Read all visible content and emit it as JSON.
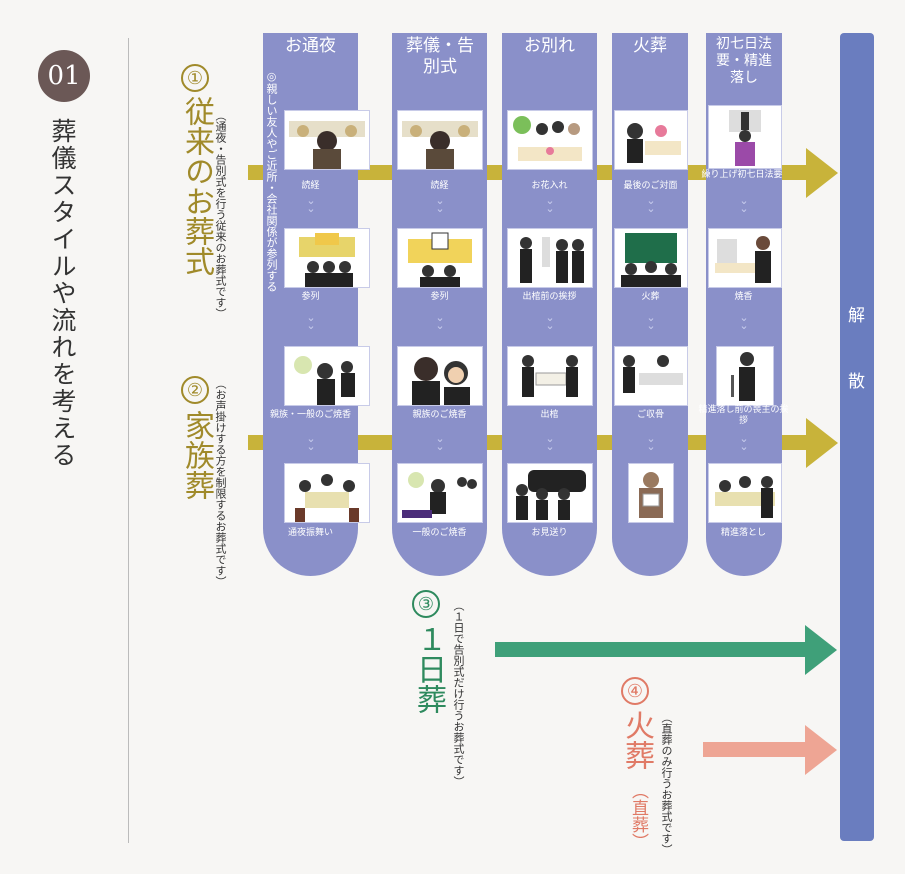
{
  "heading": {
    "number": "01",
    "title": "葬儀スタイルや流れを考える"
  },
  "columns": [
    {
      "title": "お通夜",
      "steps": [
        "読経",
        "参列",
        "親族・一般のご焼香",
        "通夜振舞い"
      ]
    },
    {
      "title": "葬儀・告別式",
      "steps": [
        "読経",
        "参列",
        "親族のご焼香",
        "一般のご焼香"
      ]
    },
    {
      "title": "お別れ",
      "steps": [
        "お花入れ",
        "出棺前の挨拶",
        "出棺",
        "お見送り"
      ]
    },
    {
      "title": "火葬",
      "steps": [
        "最後のご対面",
        "火葬",
        "ご収骨",
        ""
      ]
    },
    {
      "title": "初七日法要・精進落し",
      "steps": [
        "繰り上げ初七日法要",
        "焼香",
        "精進落し前の喪主の挨拶",
        "精進落とし"
      ]
    }
  ],
  "column_note": "◎親しい友人やご近所・会社関係が参列する",
  "kaisan": "解散",
  "routes": [
    {
      "num": "①",
      "name": "従来のお葬式",
      "desc": "（通夜・告別式を行う従来のお葬式です）",
      "color": "#a08a2a"
    },
    {
      "num": "②",
      "name": "家族葬",
      "desc": "（お声掛けする方を制限するお葬式です）",
      "color": "#a08a2a"
    },
    {
      "num": "③",
      "name": "１日葬",
      "desc": "（１日で告別式だけ行うお葬式です）",
      "color": "#2e8a5e"
    },
    {
      "num": "④",
      "name": "火葬",
      "name_sub": "（直葬）",
      "desc": "（直葬のみ行うお葬式です）",
      "color": "#e07a66"
    }
  ],
  "colors": {
    "column": "#8a90c9",
    "gold": "#c8b33a",
    "green": "#3fa079",
    "salmon": "#eea594",
    "kaisan": "#6a7dbf"
  }
}
